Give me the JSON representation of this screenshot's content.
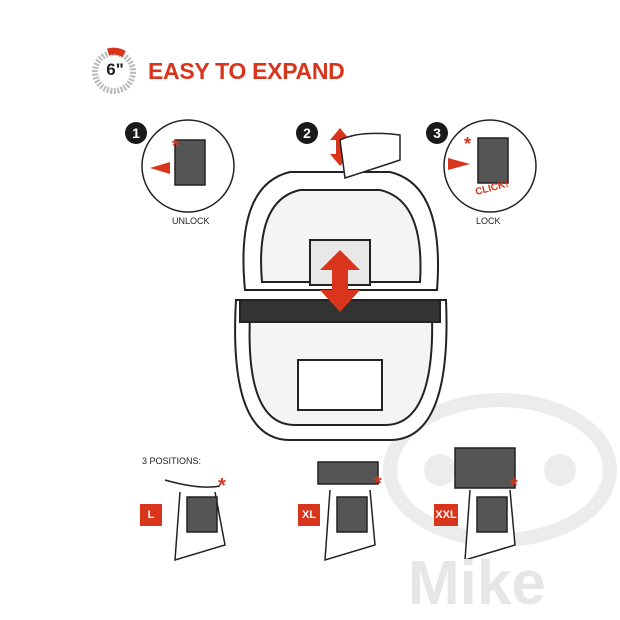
{
  "header": {
    "badge": "6\"",
    "title": "EASY TO EXPAND"
  },
  "steps": [
    {
      "number": "1",
      "label": "UNLOCK"
    },
    {
      "number": "2",
      "label": ""
    },
    {
      "number": "3",
      "label": "LOCK",
      "callout": "CLICK!"
    }
  ],
  "positions": {
    "heading": "3 POSITIONS:",
    "items": [
      "L",
      "XL",
      "XXL"
    ]
  },
  "watermark": "Mike",
  "colors": {
    "accent": "#d9341c",
    "dark": "#1a1a1a"
  }
}
